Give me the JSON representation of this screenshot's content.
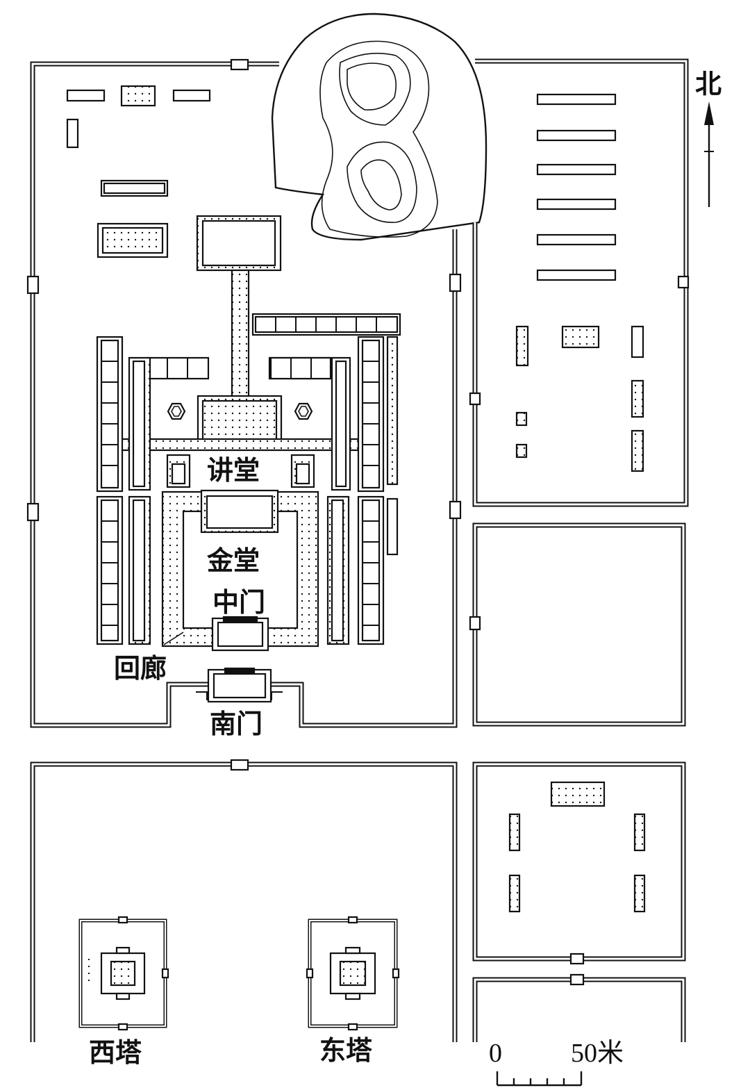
{
  "labels": {
    "north": "北",
    "lecture_hall": "讲堂",
    "golden_hall": "金堂",
    "middle_gate": "中门",
    "corridor": "回廊",
    "south_gate": "南门",
    "west_pagoda": "西塔",
    "east_pagoda": "东塔"
  },
  "scale": {
    "zero": "0",
    "end": "50米"
  }
}
